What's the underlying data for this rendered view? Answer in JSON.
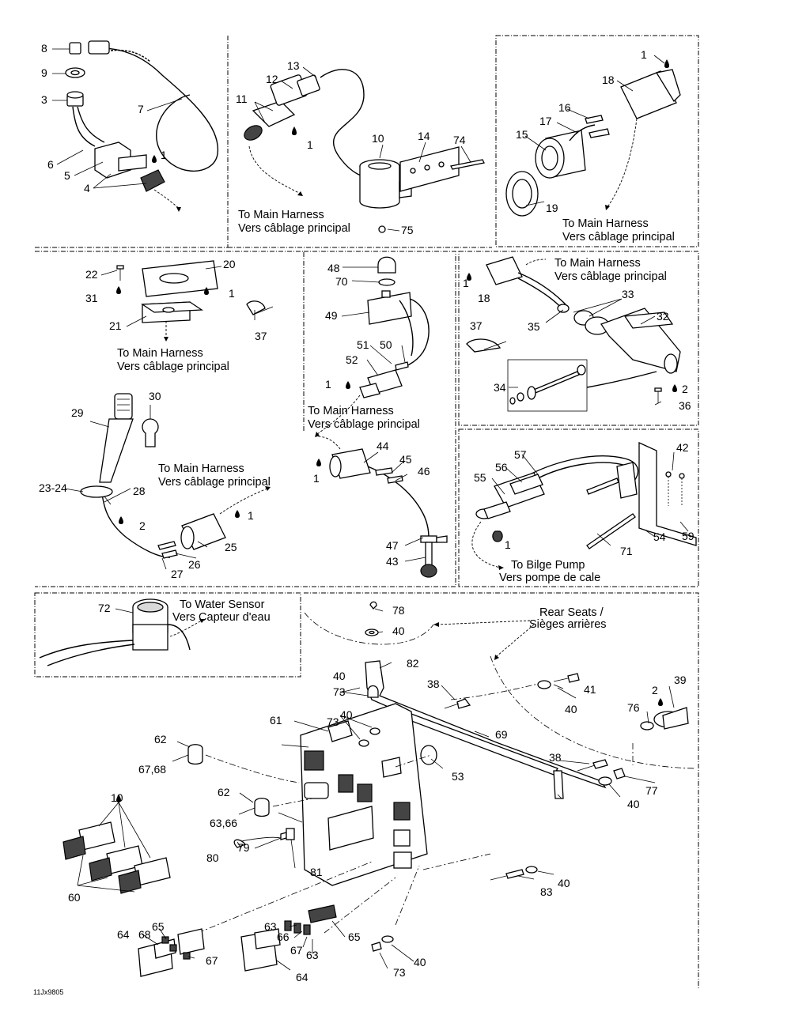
{
  "drawing_code": "11Jx9805",
  "captions": {
    "main_harness_en": "To Main Harness",
    "main_harness_fr": "Vers câblage principal",
    "bilge_pump_en": "To Bilge Pump",
    "bilge_pump_fr": "Vers pompe de cale",
    "water_sensor_en": "To Water Sensor",
    "water_sensor_fr": "Vers Capteur d'eau",
    "rear_seats": "Rear Seats /",
    "rear_seats_fr": "Sièges arrières"
  },
  "labels": {
    "p1": "1",
    "p2": "2",
    "p3": "3",
    "p4": "4",
    "p5": "5",
    "p6": "6",
    "p7": "7",
    "p8": "8",
    "p9": "9",
    "p10": "10",
    "p11": "11",
    "p12": "12",
    "p13": "13",
    "p14": "14",
    "p15": "15",
    "p16": "16",
    "p17": "17",
    "p18": "18",
    "p19": "19",
    "p20": "20",
    "p21": "21",
    "p22": "22",
    "p23_24": "23-24",
    "p25": "25",
    "p26": "26",
    "p27": "27",
    "p28": "28",
    "p29": "29",
    "p30": "30",
    "p31": "31",
    "p32": "32",
    "p33": "33",
    "p34": "34",
    "p35": "35",
    "p36": "36",
    "p37": "37",
    "p38": "38",
    "p39": "39",
    "p40": "40",
    "p41": "41",
    "p42": "42",
    "p43": "43",
    "p44": "44",
    "p45": "45",
    "p46": "46",
    "p47": "47",
    "p48": "48",
    "p49": "49",
    "p50": "50",
    "p51": "51",
    "p52": "52",
    "p53": "53",
    "p54": "54",
    "p55": "55",
    "p56": "56",
    "p57": "57",
    "p59": "59",
    "p60": "60",
    "p61": "61",
    "p62": "62",
    "p63": "63",
    "p63_66": "63,66",
    "p64": "64",
    "p65": "65",
    "p66": "66",
    "p67": "67",
    "p67_68": "67,68",
    "p68": "68",
    "p69": "69",
    "p70": "70",
    "p71": "71",
    "p72": "72",
    "p73": "73",
    "p74": "74",
    "p75": "75",
    "p76": "76",
    "p77": "77",
    "p78": "78",
    "p79": "79",
    "p80": "80",
    "p81": "81",
    "p82": "82",
    "p83": "83"
  }
}
